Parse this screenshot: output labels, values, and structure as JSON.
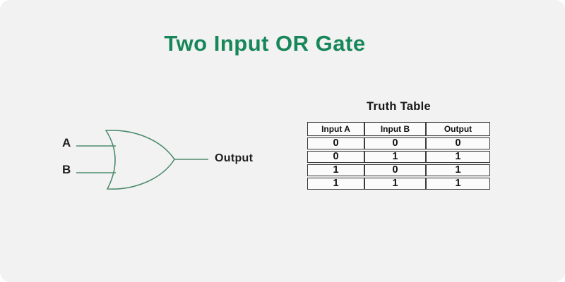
{
  "title": "Two Input OR Gate",
  "colors": {
    "background": "#f2f2f2",
    "title_green": "#17875a",
    "gate_stroke": "#4e8b6e",
    "text_dark": "#1e1e1e",
    "table_border": "#3c3c3c",
    "cell_bg": "#fbfbfb"
  },
  "gate": {
    "type": "OR",
    "input_a_label": "A",
    "input_b_label": "B",
    "output_label": "Output"
  },
  "truth_table": {
    "title": "Truth Table",
    "headers": [
      "Input A",
      "Input B",
      "Output"
    ],
    "rows": [
      [
        "0",
        "0",
        "0"
      ],
      [
        "0",
        "1",
        "1"
      ],
      [
        "1",
        "0",
        "1"
      ],
      [
        "1",
        "1",
        "1"
      ]
    ]
  }
}
